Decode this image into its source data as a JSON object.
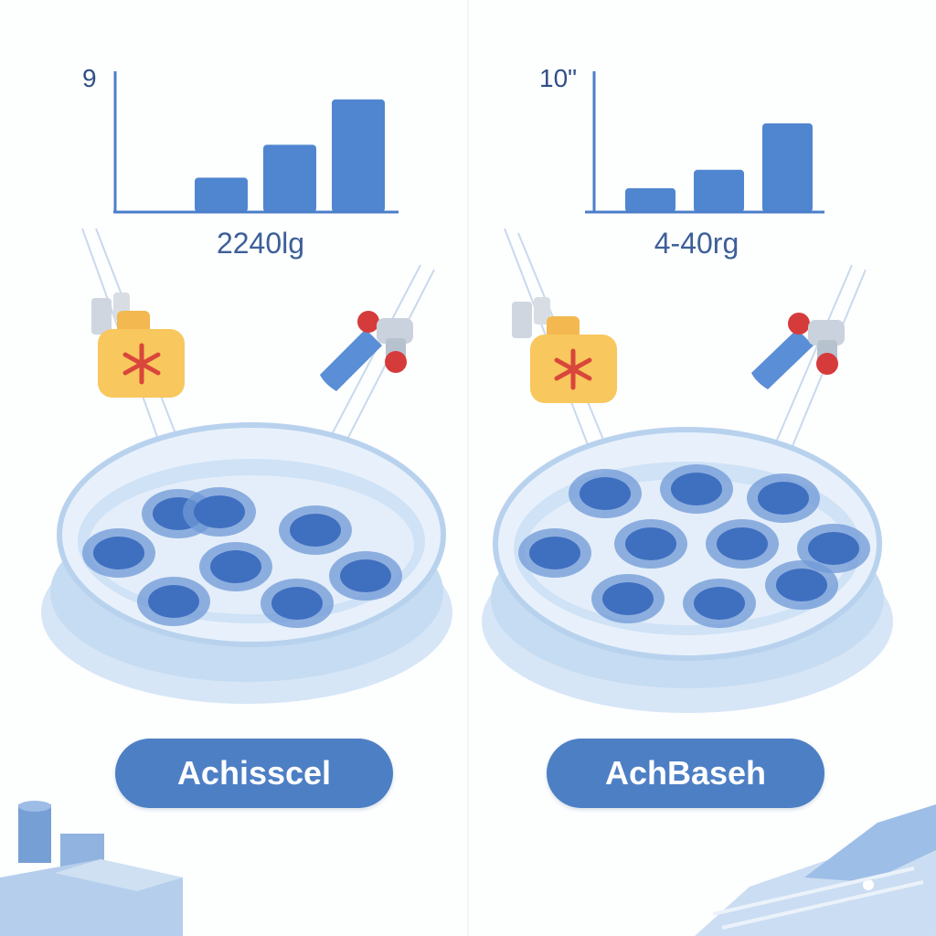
{
  "colors": {
    "bar": "#4f86cf",
    "axis": "#4b7fc9",
    "dish_rim": "#bcd6f0",
    "liquid": "#dbe9f8",
    "cell": "#3f6fbf",
    "label_bg": "#4d7fc4",
    "dropper_bottle": "#f7c35a",
    "dropper_star": "#d9463b"
  },
  "icons": [
    "dropper-bottle-icon",
    "pipette-icon",
    "petri-dish-icon",
    "lab-equipment-icon"
  ],
  "chart_data": [
    {
      "type": "bar",
      "y_tick_label": "9",
      "caption": "2240lg",
      "values": [
        2.2,
        4.3,
        7.2
      ],
      "ylim": [
        0,
        9
      ]
    },
    {
      "type": "bar",
      "y_tick_label": "10\"",
      "caption": "4-40rg",
      "values": [
        1.7,
        3.0,
        6.3
      ],
      "ylim": [
        0,
        10
      ]
    }
  ],
  "panels": [
    {
      "label": "Achisscel",
      "cell_count": 8
    },
    {
      "label": "AchBaseh",
      "cell_count": 10
    }
  ]
}
